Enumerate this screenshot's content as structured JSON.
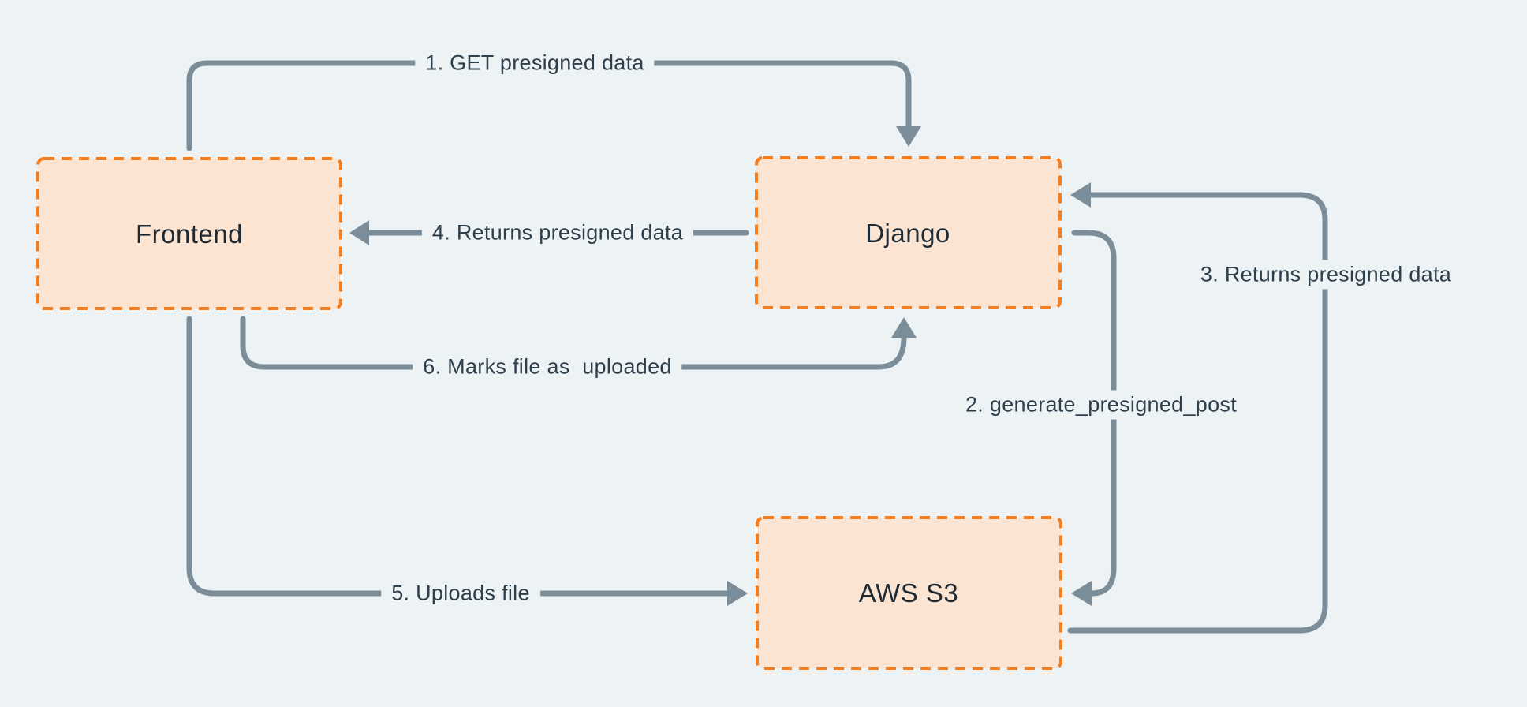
{
  "diagram": {
    "nodes": [
      {
        "id": "frontend",
        "label": "Frontend"
      },
      {
        "id": "django",
        "label": "Django"
      },
      {
        "id": "aws-s3",
        "label": "AWS S3"
      }
    ],
    "flows": [
      {
        "step": "1",
        "label": "1. GET presigned data",
        "from": "Frontend",
        "to": "Django"
      },
      {
        "step": "2",
        "label": "2. generate_presigned_post",
        "from": "Django",
        "to": "AWS S3"
      },
      {
        "step": "3",
        "label": "3. Returns presigned data",
        "from": "AWS S3",
        "to": "Django"
      },
      {
        "step": "4",
        "label": "4. Returns presigned data",
        "from": "Django",
        "to": "Frontend"
      },
      {
        "step": "5",
        "label": "5. Uploads file",
        "from": "Frontend",
        "to": "AWS S3"
      },
      {
        "step": "6",
        "label": "6. Marks file as  uploaded",
        "from": "Frontend",
        "to": "Django"
      }
    ],
    "colors": {
      "background": "#EDF2F5",
      "node_fill": "#FCE4D2",
      "node_border": "#F57E20",
      "arrow": "#7C8D9A",
      "label_text": "#2E3F4C",
      "node_text": "#1E2B35"
    }
  }
}
